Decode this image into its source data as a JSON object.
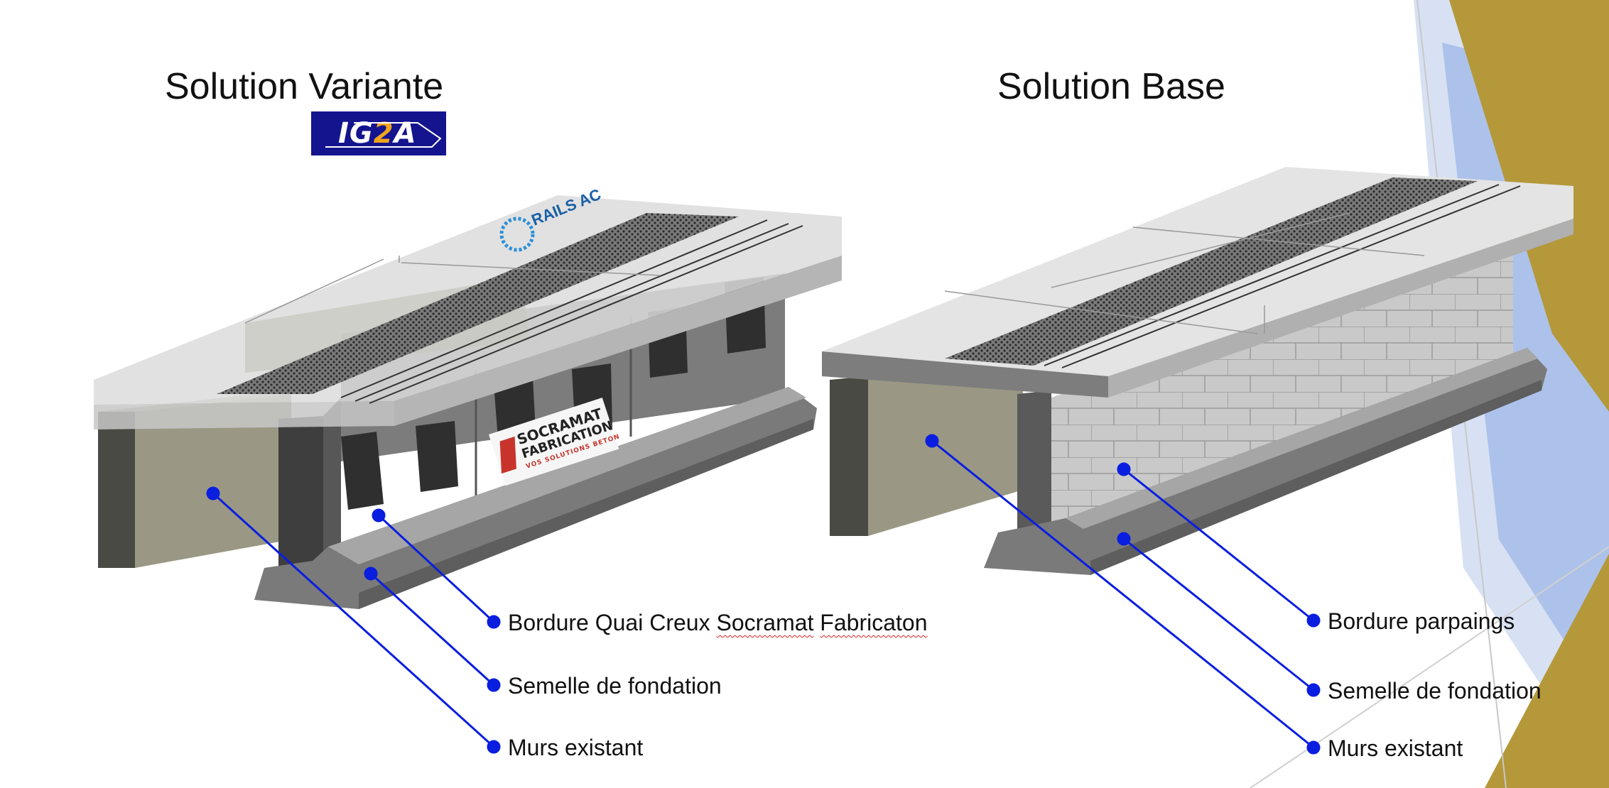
{
  "left_panel": {
    "title": "Solution Variante",
    "logo_text": {
      "part1": "IG",
      "part2": "2",
      "part3": "A"
    },
    "rails_logo_text": "RAILS AC",
    "socramat_logo": {
      "line1": "SOCRAMAT",
      "line2": "FABRICATION",
      "line3": "VOS SOLUTIONS BETON"
    },
    "labels": {
      "bordure": {
        "prefix": "Bordure Quai Creux ",
        "word1": "Socramat",
        "sep": " ",
        "word2": "Fabricaton"
      },
      "semelle": "Semelle de fondation",
      "murs": "Murs existant"
    }
  },
  "right_panel": {
    "title": "Solution Base",
    "labels": {
      "bordure": "Bordure parpaings",
      "semelle": "Semelle de fondation",
      "murs": "Murs existant"
    }
  },
  "colors": {
    "leader_line": "#0a1ee0",
    "deco_gold": "#b4983a",
    "deco_blue": "#a6bde8",
    "logo_blue": "#14148f",
    "logo_accent": "#f0a51c"
  }
}
